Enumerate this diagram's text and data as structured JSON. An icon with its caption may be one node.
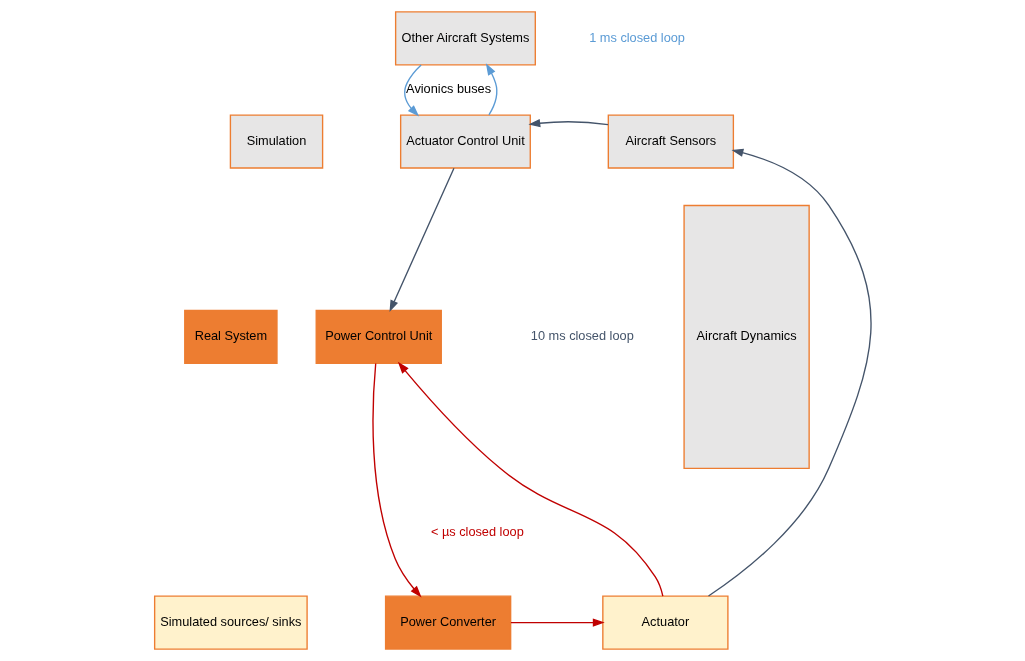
{
  "diagram": {
    "nodes": [
      {
        "text": [
          "Other Aircraft Systems"
        ]
      },
      {
        "text": [
          "Actuator Control Unit"
        ]
      },
      {
        "text": [
          "Aircraft Sensors"
        ]
      },
      {
        "text": [
          "Aircraft Dynamics"
        ]
      },
      {
        "text": [
          "Power Control Unit"
        ]
      },
      {
        "text": [
          "Power Converter"
        ]
      },
      {
        "text": [
          "Actuator"
        ]
      }
    ],
    "edges": [
      {
        "from": 0,
        "to": 1,
        "arrow": "to",
        "label": "Avionics buses",
        "color": "#5b9bd5"
      },
      {
        "from": 1,
        "to": 0,
        "arrow": "to",
        "color": "#5b9bd5"
      },
      {
        "from": 2,
        "to": 1,
        "arrow": "to",
        "color": "#44546a"
      },
      {
        "from": 1,
        "to": 4,
        "arrow": "to",
        "color": "#44546a"
      },
      {
        "from": 6,
        "to": 2,
        "arrow": "to",
        "color": "#44546a"
      },
      {
        "from": 6,
        "to": 4,
        "arrow": "to",
        "color": "#c00000"
      },
      {
        "from": 4,
        "to": 5,
        "arrow": "to",
        "color": "#c00000"
      },
      {
        "from": 5,
        "to": 6,
        "arrow": "to",
        "color": "#c00000"
      }
    ],
    "labels": [
      "1 ms closed loop",
      "10 ms closed loop",
      "< µs closed loop"
    ],
    "legend": [
      {
        "text": "Simulation",
        "color": "#e7e6e6"
      },
      {
        "text": "Real System",
        "color": "#ed7d31"
      },
      {
        "text": "Simulated sources/ sinks",
        "color": "#fff2cc"
      }
    ]
  }
}
